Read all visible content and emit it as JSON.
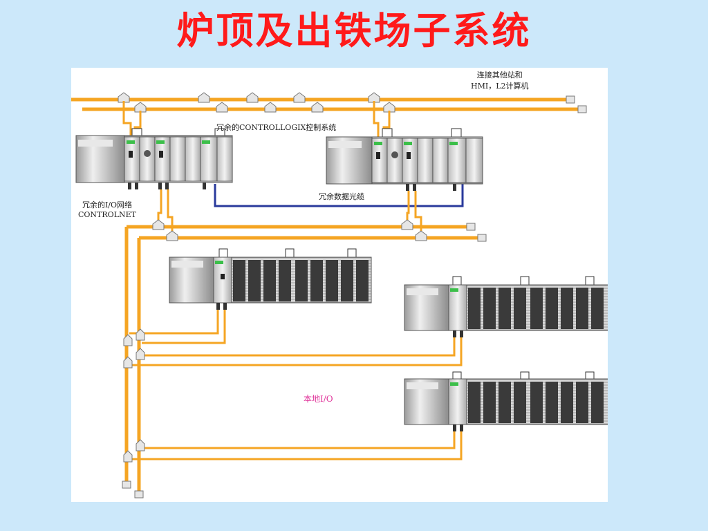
{
  "title": "炉顶及出铁场子系统",
  "labels": {
    "hmi_line1": "连接其他站和",
    "hmi_line2": "HMI，L2计算机",
    "controllogix": "冗余的CONTROLLOGIX控制系统",
    "net_line1": "冗余的I/O网络",
    "net_line2": "CONTROLNET",
    "fiber": "冗余数据光缆",
    "local_io": "本地I/O"
  },
  "colors": {
    "background": "#cce8fa",
    "title": "#ff1a1a",
    "network_cable": "#f5a523",
    "fiber_cable": "#2a3a9c",
    "local_io_label": "#e0339a"
  }
}
